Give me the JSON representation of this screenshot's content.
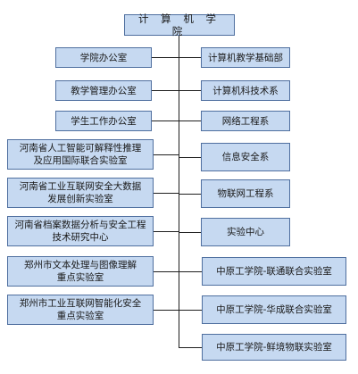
{
  "root": {
    "label": "计 算 机 学 院"
  },
  "left": [
    {
      "lines": [
        "学院办公室"
      ]
    },
    {
      "lines": [
        "教学管理办公室"
      ]
    },
    {
      "lines": [
        "学生工作办公室"
      ]
    },
    {
      "lines": [
        "河南省人工智能可解释性推理",
        "及应用国际联合实验室"
      ]
    },
    {
      "lines": [
        "河南省工业互联网安全大数据",
        "发展创新实验室"
      ]
    },
    {
      "lines": [
        "河南省档案数据分析与安全工程",
        "技术研究中心"
      ]
    },
    {
      "lines": [
        "郑州市文本处理与图像理解",
        "重点实验室"
      ]
    },
    {
      "lines": [
        "郑州市工业互联网智能化安全",
        "重点实验室"
      ]
    }
  ],
  "right": [
    {
      "label": "计算机教学基础部"
    },
    {
      "label": "计算机科技术系"
    },
    {
      "label": "网络工程系"
    },
    {
      "label": "信息安全系"
    },
    {
      "label": "物联网工程系"
    },
    {
      "label": "实验中心"
    },
    {
      "label": "中原工学院-联通联合实验室"
    },
    {
      "label": "中原工学院-华成联合实验室"
    },
    {
      "label": "中原工学院-鲜境物联实验室"
    }
  ]
}
